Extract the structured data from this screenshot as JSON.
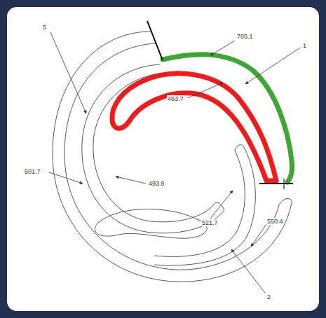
{
  "diagram": {
    "labels": [
      "705.1",
      "1",
      "463.7",
      "5",
      "501.7",
      "493.8",
      "521.7",
      "550.4",
      "2"
    ]
  }
}
